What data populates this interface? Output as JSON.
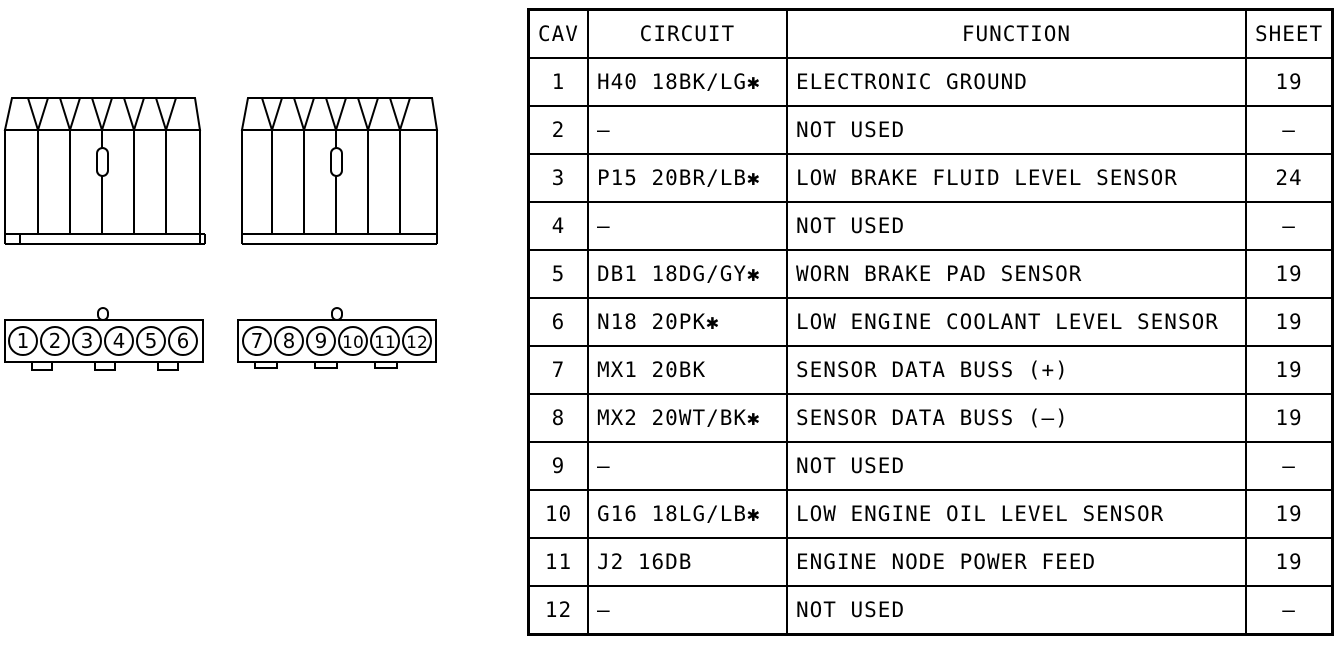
{
  "table": {
    "headers": {
      "cav": "CAV",
      "circuit": "CIRCUIT",
      "function": "FUNCTION",
      "sheet": "SHEET"
    },
    "rows": [
      {
        "cav": "1",
        "circuit": "H40  18BK/LG✱",
        "function": "ELECTRONIC GROUND",
        "sheet": "19"
      },
      {
        "cav": "2",
        "circuit": "—",
        "function": "NOT USED",
        "sheet": "—"
      },
      {
        "cav": "3",
        "circuit": "P15  20BR/LB✱",
        "function": "LOW BRAKE FLUID LEVEL SENSOR",
        "sheet": "24"
      },
      {
        "cav": "4",
        "circuit": "—",
        "function": "NOT USED",
        "sheet": "—"
      },
      {
        "cav": "5",
        "circuit": "DB1  18DG/GY✱",
        "function": "WORN BRAKE PAD SENSOR",
        "sheet": "19"
      },
      {
        "cav": "6",
        "circuit": "N18  20PK✱",
        "function": "LOW ENGINE COOLANT LEVEL SENSOR",
        "sheet": "19"
      },
      {
        "cav": "7",
        "circuit": "MX1  20BK",
        "function": "SENSOR DATA BUSS (+)",
        "sheet": "19"
      },
      {
        "cav": "8",
        "circuit": "MX2  20WT/BK✱",
        "function": "SENSOR DATA BUSS (—)",
        "sheet": "19"
      },
      {
        "cav": "9",
        "circuit": "—",
        "function": "NOT USED",
        "sheet": "—"
      },
      {
        "cav": "10",
        "circuit": "G16  18LG/LB✱",
        "function": "LOW ENGINE OIL LEVEL SENSOR",
        "sheet": "19"
      },
      {
        "cav": "11",
        "circuit": "J2  16DB",
        "function": "ENGINE NODE POWER FEED",
        "sheet": "19"
      },
      {
        "cav": "12",
        "circuit": "—",
        "function": "NOT USED",
        "sheet": "—"
      }
    ]
  },
  "connector": {
    "left_pins": [
      "1",
      "2",
      "3",
      "4",
      "5",
      "6"
    ],
    "right_pins": [
      "7",
      "8",
      "9",
      "10",
      "11",
      "12"
    ]
  }
}
